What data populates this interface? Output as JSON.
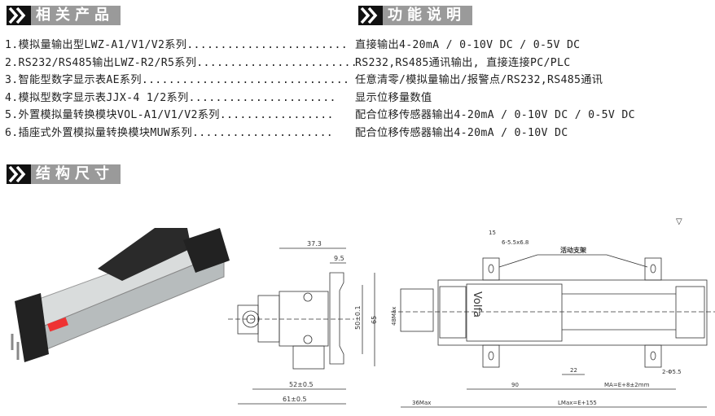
{
  "sections": {
    "related": "相关产品",
    "function": "功能说明",
    "structure": "结构尺寸"
  },
  "products": [
    {
      "name": "1.模拟量输出型LWZ-A1/V1/V2系列........................",
      "func": "直接输出4-20mA / 0-10V DC / 0-5V DC"
    },
    {
      "name": "2.RS232/RS485输出LWZ-R2/R5系列........................",
      "func": "RS232,RS485通讯输出, 直接连接PC/PLC"
    },
    {
      "name": "3.智能型数字显示表AE系列...............................",
      "func": "任意清零/模拟量输出/报警点/RS232,RS485通讯"
    },
    {
      "name": "4.模拟型数字显示表JJX-4 1/2系列......................",
      "func": "显示位移量数值"
    },
    {
      "name": "5.外置模拟量转换模块VOL-A1/V1/V2系列.................",
      "func": "配合位移传感器输出4-20mA / 0-10V DC / 0-5V DC"
    },
    {
      "name": "6.插座式外置模拟量转换模块MUW系列.....................",
      "func": "配合位移传感器输出4-20mA / 0-10V DC"
    }
  ],
  "side_view": {
    "d1": "37.3",
    "d2": "9.5",
    "d3": "50±0.1",
    "d4": "65",
    "d5": "52±0.5",
    "d6": "61±0.5"
  },
  "top_view": {
    "d_15": "15",
    "d_hole": "6-5.5x6.8",
    "bracket": "活动支架",
    "brand": "Volfa",
    "d_22": "22",
    "d_90": "90",
    "d_ma": "MA=E+8±2mm",
    "d_2phi": "2-Φ5.5",
    "d_36": "36Max",
    "d_l": "LMax=E+155",
    "d_48": "48Max",
    "roughness": "▽"
  }
}
